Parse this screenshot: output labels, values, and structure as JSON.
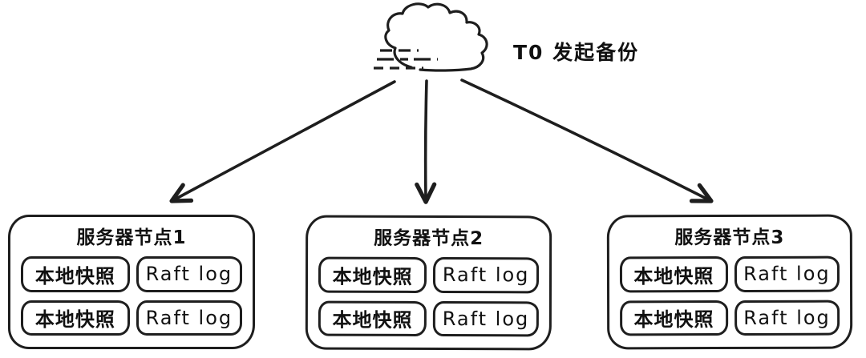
{
  "annotation": {
    "label": "T0 发起备份"
  },
  "cloud": {
    "icon": "cloud-icon"
  },
  "nodes": [
    {
      "title": "服务器节点1",
      "cells": [
        "本地快照",
        "Raft log",
        "本地快照",
        "Raft log"
      ]
    },
    {
      "title": "服务器节点2",
      "cells": [
        "本地快照",
        "Raft log",
        "本地快照",
        "Raft log"
      ]
    },
    {
      "title": "服务器节点3",
      "cells": [
        "本地快照",
        "Raft log",
        "本地快照",
        "Raft log"
      ]
    }
  ],
  "colors": {
    "stroke": "#1e1e1e",
    "background": "#ffffff",
    "text": "#111111"
  }
}
